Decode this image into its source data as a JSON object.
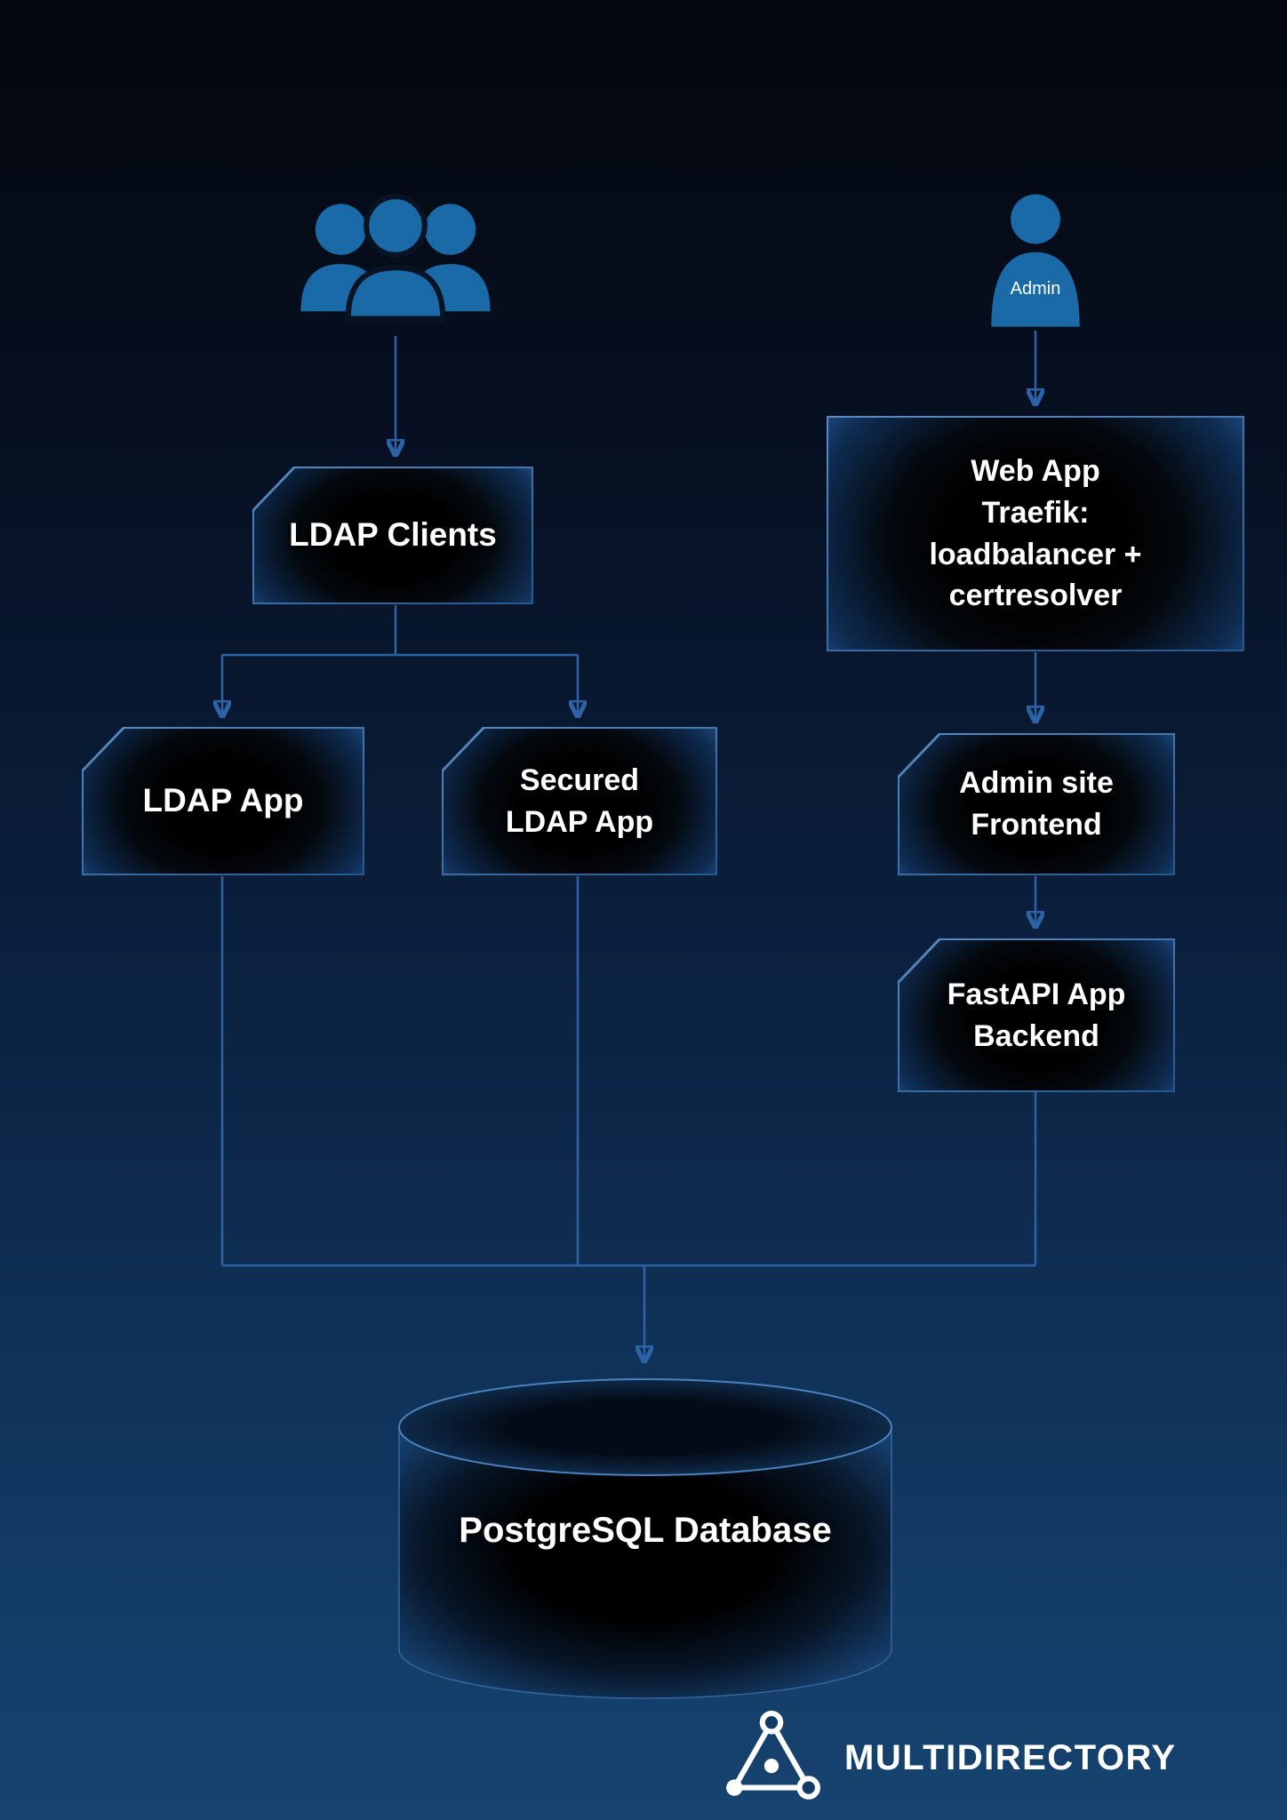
{
  "diagram": {
    "nodes": {
      "users": {
        "icon": "users-group-icon"
      },
      "admin": {
        "icon": "admin-user-icon",
        "label": "Admin"
      },
      "ldap_clients": {
        "label": "LDAP Clients"
      },
      "ldap_app": {
        "label": "LDAP App"
      },
      "secured_ldap_app": {
        "lines": [
          "Secured",
          "LDAP App"
        ]
      },
      "web_app_traefik": {
        "lines": [
          "Web App",
          "Traefik:",
          "loadbalancer +",
          "certresolver"
        ]
      },
      "admin_site_frontend": {
        "lines": [
          "Admin site",
          "Frontend"
        ]
      },
      "fastapi_backend": {
        "lines": [
          "FastAPI App",
          "Backend"
        ]
      },
      "postgresql_db": {
        "label": "PostgreSQL Database"
      }
    },
    "edges": [
      {
        "from": "users",
        "to": "ldap_clients"
      },
      {
        "from": "ldap_clients",
        "to": "ldap_app"
      },
      {
        "from": "ldap_clients",
        "to": "secured_ldap_app"
      },
      {
        "from": "admin",
        "to": "web_app_traefik"
      },
      {
        "from": "web_app_traefik",
        "to": "admin_site_frontend"
      },
      {
        "from": "admin_site_frontend",
        "to": "fastapi_backend"
      },
      {
        "from": "ldap_app",
        "to": "postgresql_db"
      },
      {
        "from": "secured_ldap_app",
        "to": "postgresql_db"
      },
      {
        "from": "fastapi_backend",
        "to": "postgresql_db"
      }
    ],
    "colors": {
      "background_top": "#04070d",
      "background_bottom": "#174370",
      "node_edge_blue": "#3f76b2",
      "connector_blue": "#2e62a6",
      "icon_blue": "#1a6aa8",
      "text": "#ffffff"
    }
  },
  "branding": {
    "logo_text": "MULTIDIRECTORY",
    "logo_icon": "triangle-nodes-icon"
  }
}
